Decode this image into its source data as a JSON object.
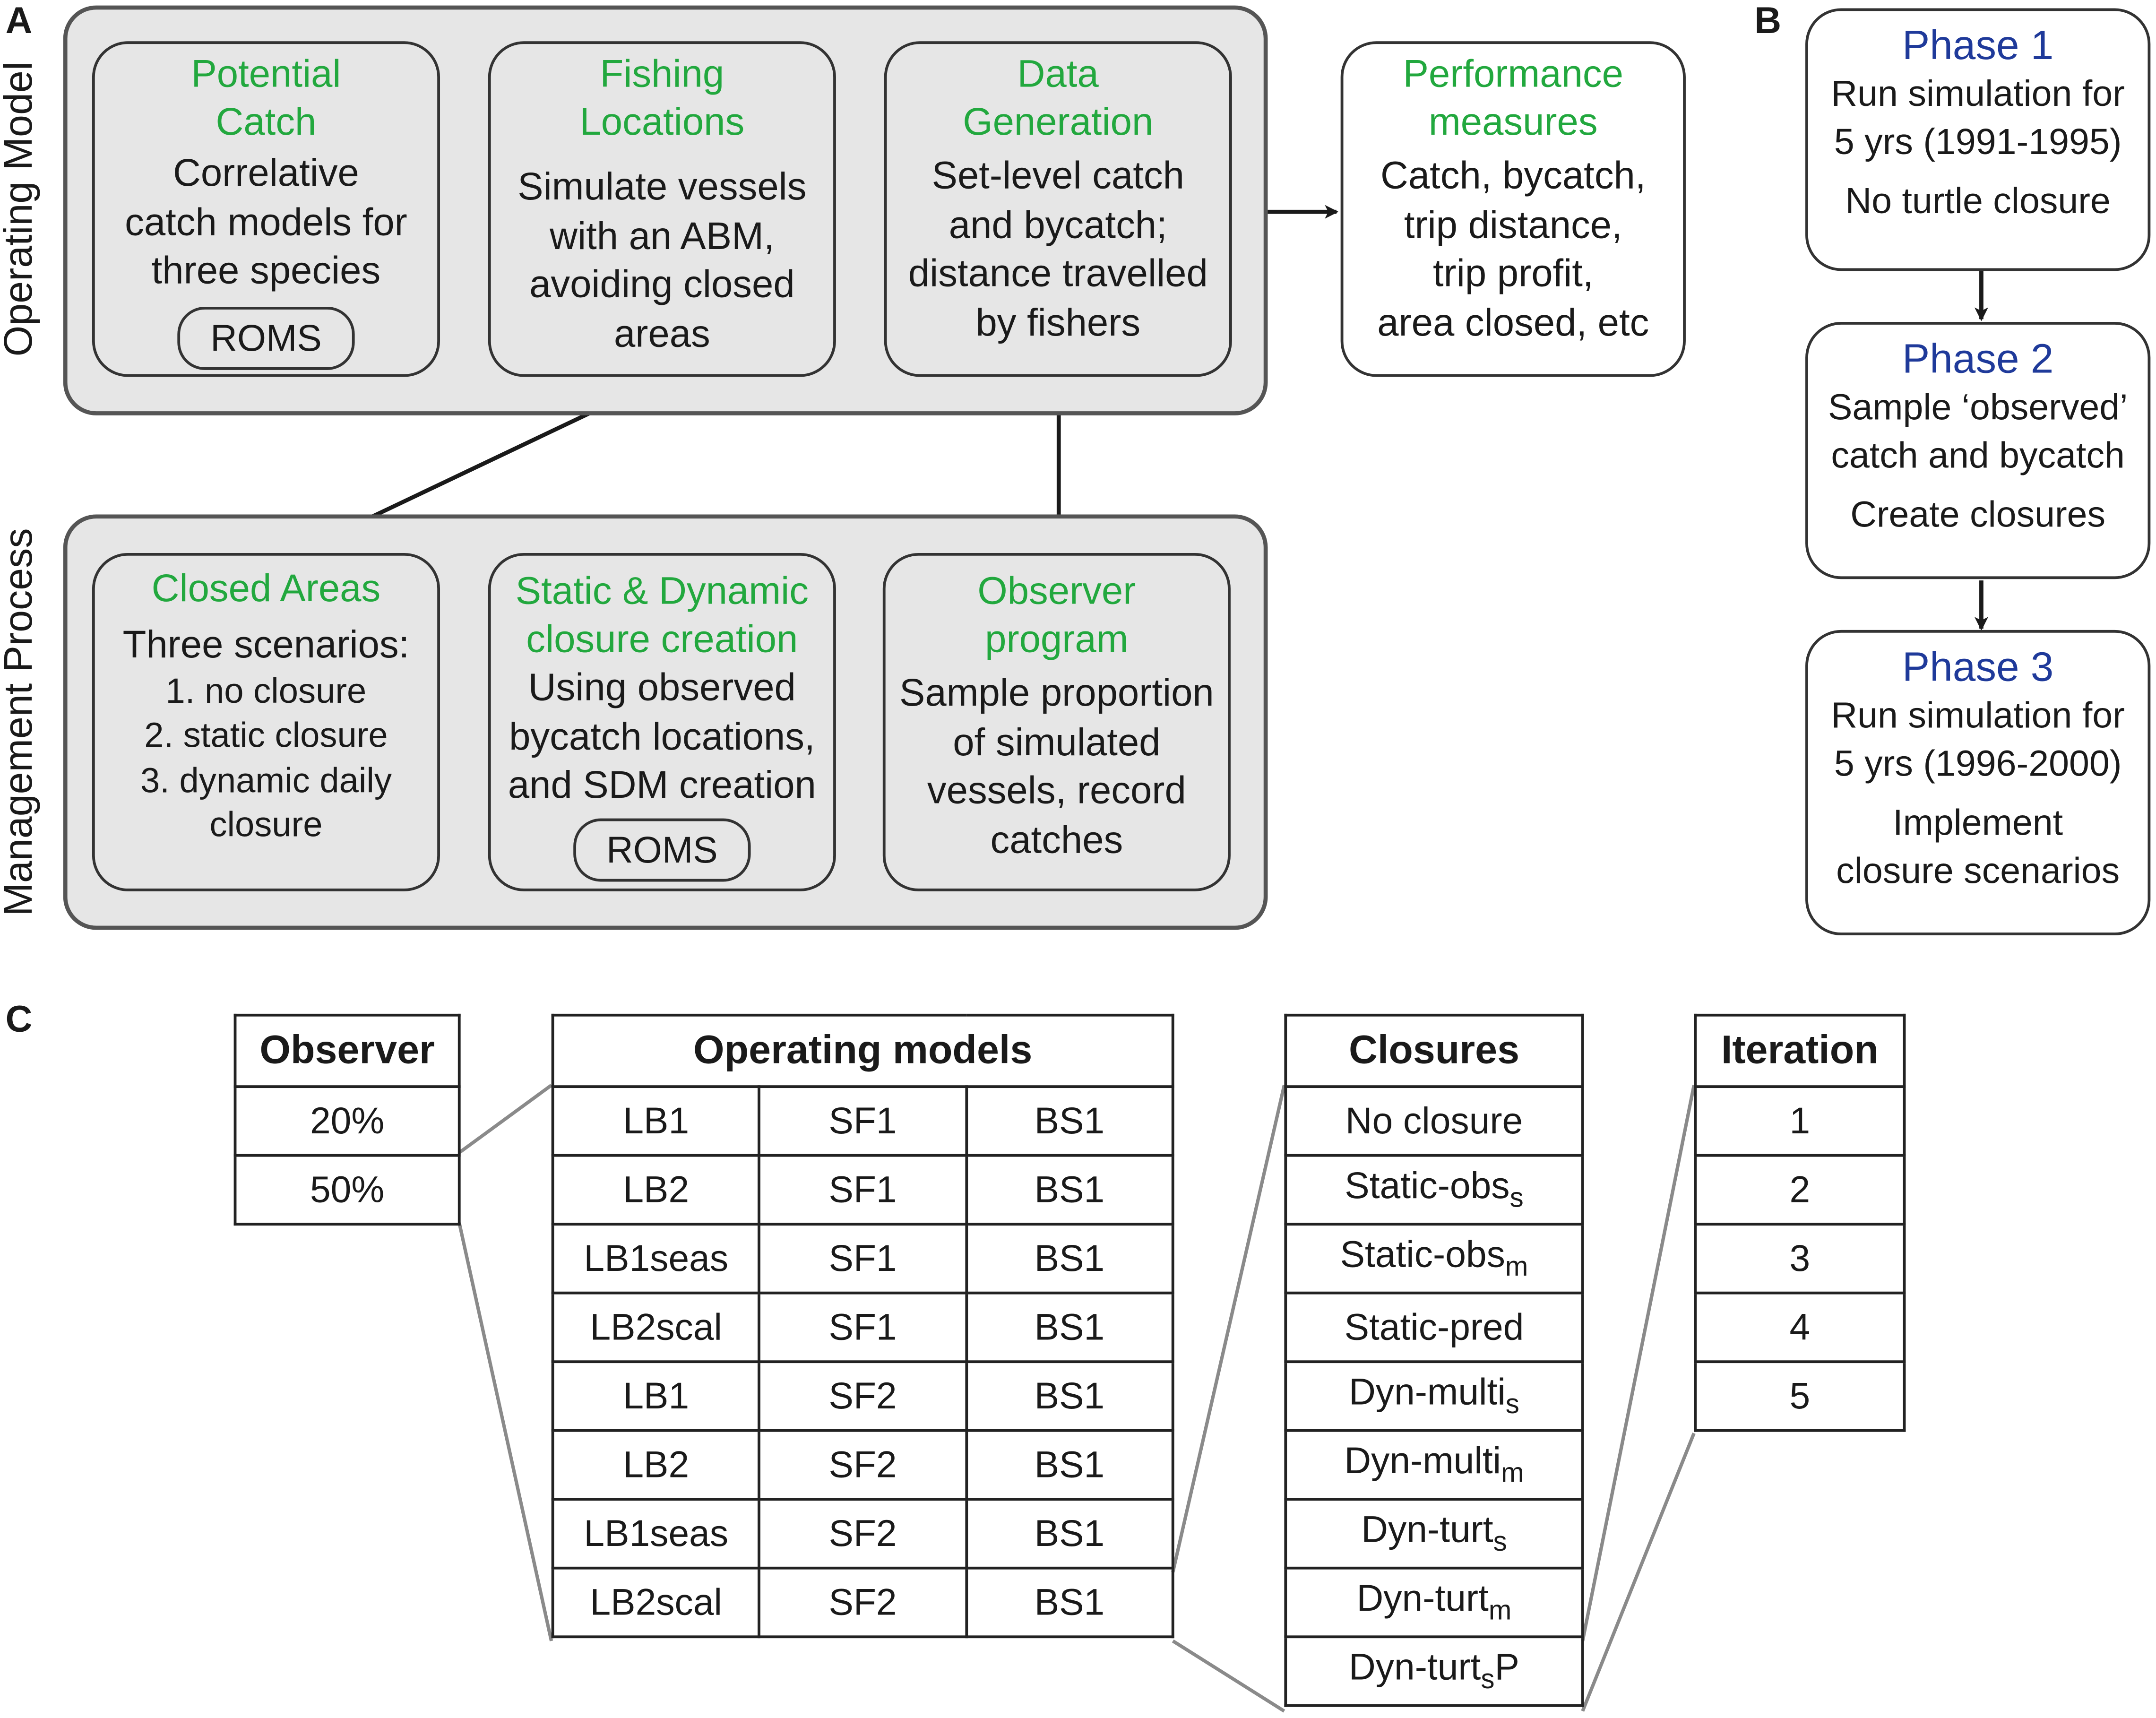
{
  "panels": {
    "a": "A",
    "b": "B",
    "c": "C"
  },
  "colors": {
    "title_green": "#22a83e",
    "phase_blue": "#1f3a9a",
    "group_fill": "#e6e6e6",
    "border": "#333333"
  },
  "panel_a": {
    "operating_model_label": "Operating Model",
    "management_process_label": "Management Process",
    "potential_catch": {
      "title": "Potential\nCatch",
      "body": "Correlative\ncatch models for\nthree species",
      "pill": "ROMS"
    },
    "fishing_locations": {
      "title": "Fishing\nLocations",
      "body": "Simulate vessels\nwith an ABM,\navoiding closed\nareas"
    },
    "data_generation": {
      "title": "Data\nGeneration",
      "body": "Set-level catch\nand bycatch;\ndistance travelled\nby fishers"
    },
    "performance_measures": {
      "title": "Performance\nmeasures",
      "body": "Catch, bycatch,\ntrip distance,\ntrip profit,\narea closed, etc"
    },
    "closed_areas": {
      "title": "Closed Areas",
      "lead": "Three scenarios:",
      "body": "1. no closure\n2. static closure\n3. dynamic daily\nclosure"
    },
    "closure_creation": {
      "title": "Static & Dynamic\nclosure creation",
      "body": "Using observed\nbycatch locations,\nand SDM creation",
      "pill": "ROMS"
    },
    "observer_program": {
      "title": "Observer\nprogram",
      "body": "Sample proportion\nof simulated\nvessels, record\ncatches"
    }
  },
  "panel_b": {
    "phases": [
      {
        "title": "Phase 1",
        "body": "Run simulation for\n5 yrs (1991-1995)",
        "note": "No turtle closure"
      },
      {
        "title": "Phase 2",
        "body": "Sample ‘observed’\ncatch and bycatch",
        "note": "Create closures"
      },
      {
        "title": "Phase 3",
        "body": "Run simulation for\n5 yrs (1996-2000)",
        "note": "Implement\nclosure scenarios"
      }
    ]
  },
  "panel_c": {
    "observer": {
      "header": "Observer",
      "rows": [
        "20%",
        "50%"
      ]
    },
    "operating_models": {
      "header": "Operating models",
      "rows": [
        [
          "LB1",
          "SF1",
          "BS1"
        ],
        [
          "LB2",
          "SF1",
          "BS1"
        ],
        [
          "LB1seas",
          "SF1",
          "BS1"
        ],
        [
          "LB2scal",
          "SF1",
          "BS1"
        ],
        [
          "LB1",
          "SF2",
          "BS1"
        ],
        [
          "LB2",
          "SF2",
          "BS1"
        ],
        [
          "LB1seas",
          "SF2",
          "BS1"
        ],
        [
          "LB2scal",
          "SF2",
          "BS1"
        ]
      ]
    },
    "closures": {
      "header": "Closures",
      "rows": [
        {
          "base": "No closure",
          "sub": "",
          "tail": ""
        },
        {
          "base": "Static-obs",
          "sub": "s",
          "tail": ""
        },
        {
          "base": "Static-obs",
          "sub": "m",
          "tail": ""
        },
        {
          "base": "Static-pred",
          "sub": "",
          "tail": ""
        },
        {
          "base": "Dyn-multi",
          "sub": "s",
          "tail": ""
        },
        {
          "base": "Dyn-multi",
          "sub": "m",
          "tail": ""
        },
        {
          "base": "Dyn-turt",
          "sub": "s",
          "tail": ""
        },
        {
          "base": "Dyn-turt",
          "sub": "m",
          "tail": ""
        },
        {
          "base": "Dyn-turt",
          "sub": "s",
          "tail": "P"
        }
      ]
    },
    "iteration": {
      "header": "Iteration",
      "rows": [
        "1",
        "2",
        "3",
        "4",
        "5"
      ]
    }
  }
}
